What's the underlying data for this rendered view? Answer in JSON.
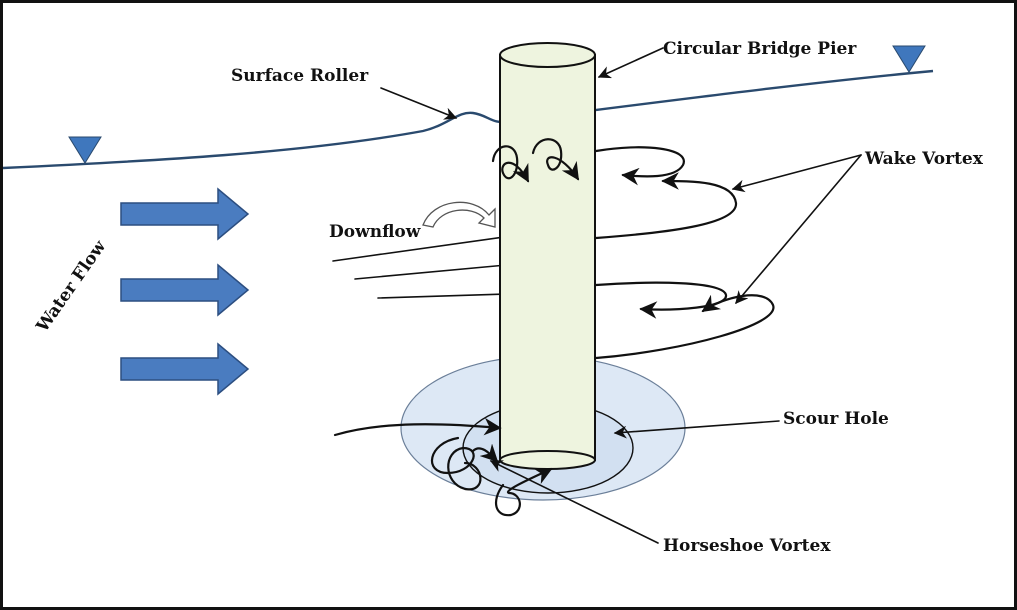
{
  "labels": {
    "pier": "Circular Bridge Pier",
    "surface_roller": "Surface Roller",
    "wake_vortex": "Wake Vortex",
    "downflow": "Downflow",
    "water_flow": "Water Flow",
    "scour_hole": "Scour Hole",
    "horseshoe_vortex": "Horseshoe Vortex"
  },
  "colors": {
    "water_surface": "#2a4a6e",
    "water_level_marker": "#3f77bd",
    "flow_arrow_fill": "#4a7cc0",
    "flow_arrow_stroke": "#2c4e80",
    "pier_fill": "#eef4df",
    "scour_outer": "#dde8f5",
    "scour_inner": "#d2e0f1",
    "line": "#111111"
  },
  "icons": [
    "water-level-triangle-icon",
    "flow-arrow-icon",
    "downflow-curved-arrow-icon"
  ]
}
